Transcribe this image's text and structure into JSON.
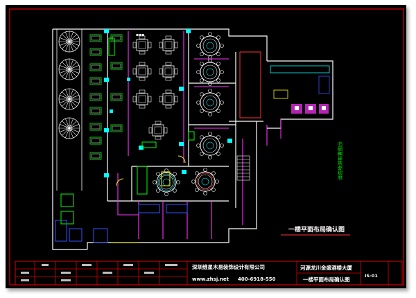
{
  "drawing": {
    "title_label": "一楼平面布局确认图",
    "side_note": "消防喷淋布置图示"
  },
  "title_block": {
    "company": "深圳维星木易装饰设计有限公司",
    "website": "www.zhsj.net",
    "phone": "400-6918-550",
    "project": "河源龙川金盛酒楼大厦",
    "sheet_name": "一楼平面布局确认图",
    "sheet_no": "IS-01"
  },
  "colors": {
    "background": "#000000",
    "border_red": "#e00000",
    "wall_white": "#ffffff",
    "furniture_green": "#00ff00",
    "magenta": "#ff33ff",
    "cyan": "#00ffff",
    "yellow": "#ffff00",
    "blue": "#3355ff"
  }
}
